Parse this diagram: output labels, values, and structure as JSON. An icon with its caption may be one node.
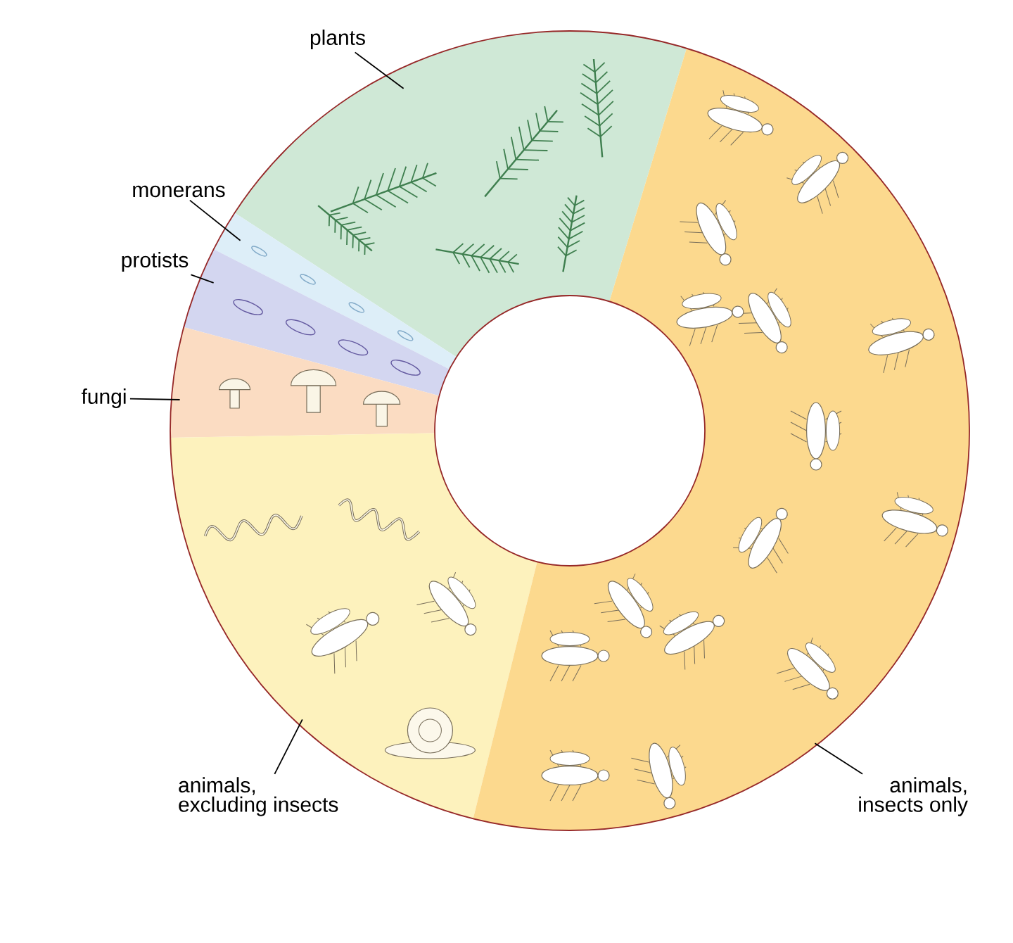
{
  "diagram": {
    "nodes": [
      {
        "text": [
          "plants"
        ]
      },
      {
        "text": [
          "monerans"
        ]
      },
      {
        "text": [
          "protists"
        ]
      },
      {
        "text": [
          "fungi"
        ]
      },
      {
        "text": [
          "animals, excluding insects"
        ]
      },
      {
        "text": [
          "animals, insects only"
        ]
      },
      {
        "text": [],
        "shape": "picture"
      },
      {
        "text": [],
        "shape": "picture"
      },
      {
        "text": [],
        "shape": "picture"
      },
      {
        "text": [],
        "shape": "picture"
      },
      {
        "text": [],
        "shape": "picture"
      },
      {
        "text": [],
        "shape": "picture"
      }
    ],
    "edges": [
      {
        "from": 0,
        "to": 6,
        "arrow": "none"
      },
      {
        "from": 1,
        "to": 7,
        "arrow": "none"
      },
      {
        "from": 2,
        "to": 8,
        "arrow": "none"
      },
      {
        "from": 3,
        "to": 9,
        "arrow": "none"
      },
      {
        "from": 4,
        "to": 10,
        "arrow": "none"
      },
      {
        "from": 5,
        "to": 11,
        "arrow": "none"
      }
    ]
  }
}
